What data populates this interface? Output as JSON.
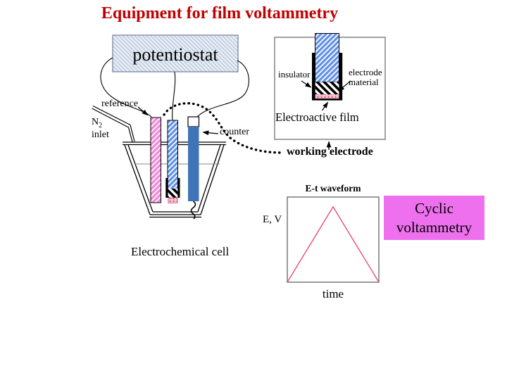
{
  "title": {
    "text": "Equipment for film voltammetry",
    "color": "#c00000"
  },
  "potentiostat": {
    "label": "potentiostat"
  },
  "cell": {
    "reference_label": "reference",
    "n2_symbol": "N",
    "n2_subscript": "2",
    "n2_inlet_word": "inlet",
    "counter_label": "counter",
    "caption": "Electrochemical cell"
  },
  "working_electrode_box": {
    "insulator_label": "insulator",
    "electrode_material_line1": "electrode",
    "electrode_material_line2": "material",
    "film_label": "Electroactive film",
    "caption": "working electrode"
  },
  "cyclic_box": {
    "line1": "Cyclic",
    "line2": "voltammetry",
    "background": "#ee70ee"
  },
  "chart_data": {
    "type": "line",
    "title": "E-t waveform",
    "xlabel": "time",
    "ylabel": "E, V",
    "x": [
      0,
      0.5,
      1
    ],
    "y": [
      0,
      1,
      0
    ],
    "xlim": [
      0,
      1
    ],
    "ylim": [
      0,
      1.13
    ],
    "line_color": "#e8406c",
    "grid": false,
    "legend": false
  }
}
